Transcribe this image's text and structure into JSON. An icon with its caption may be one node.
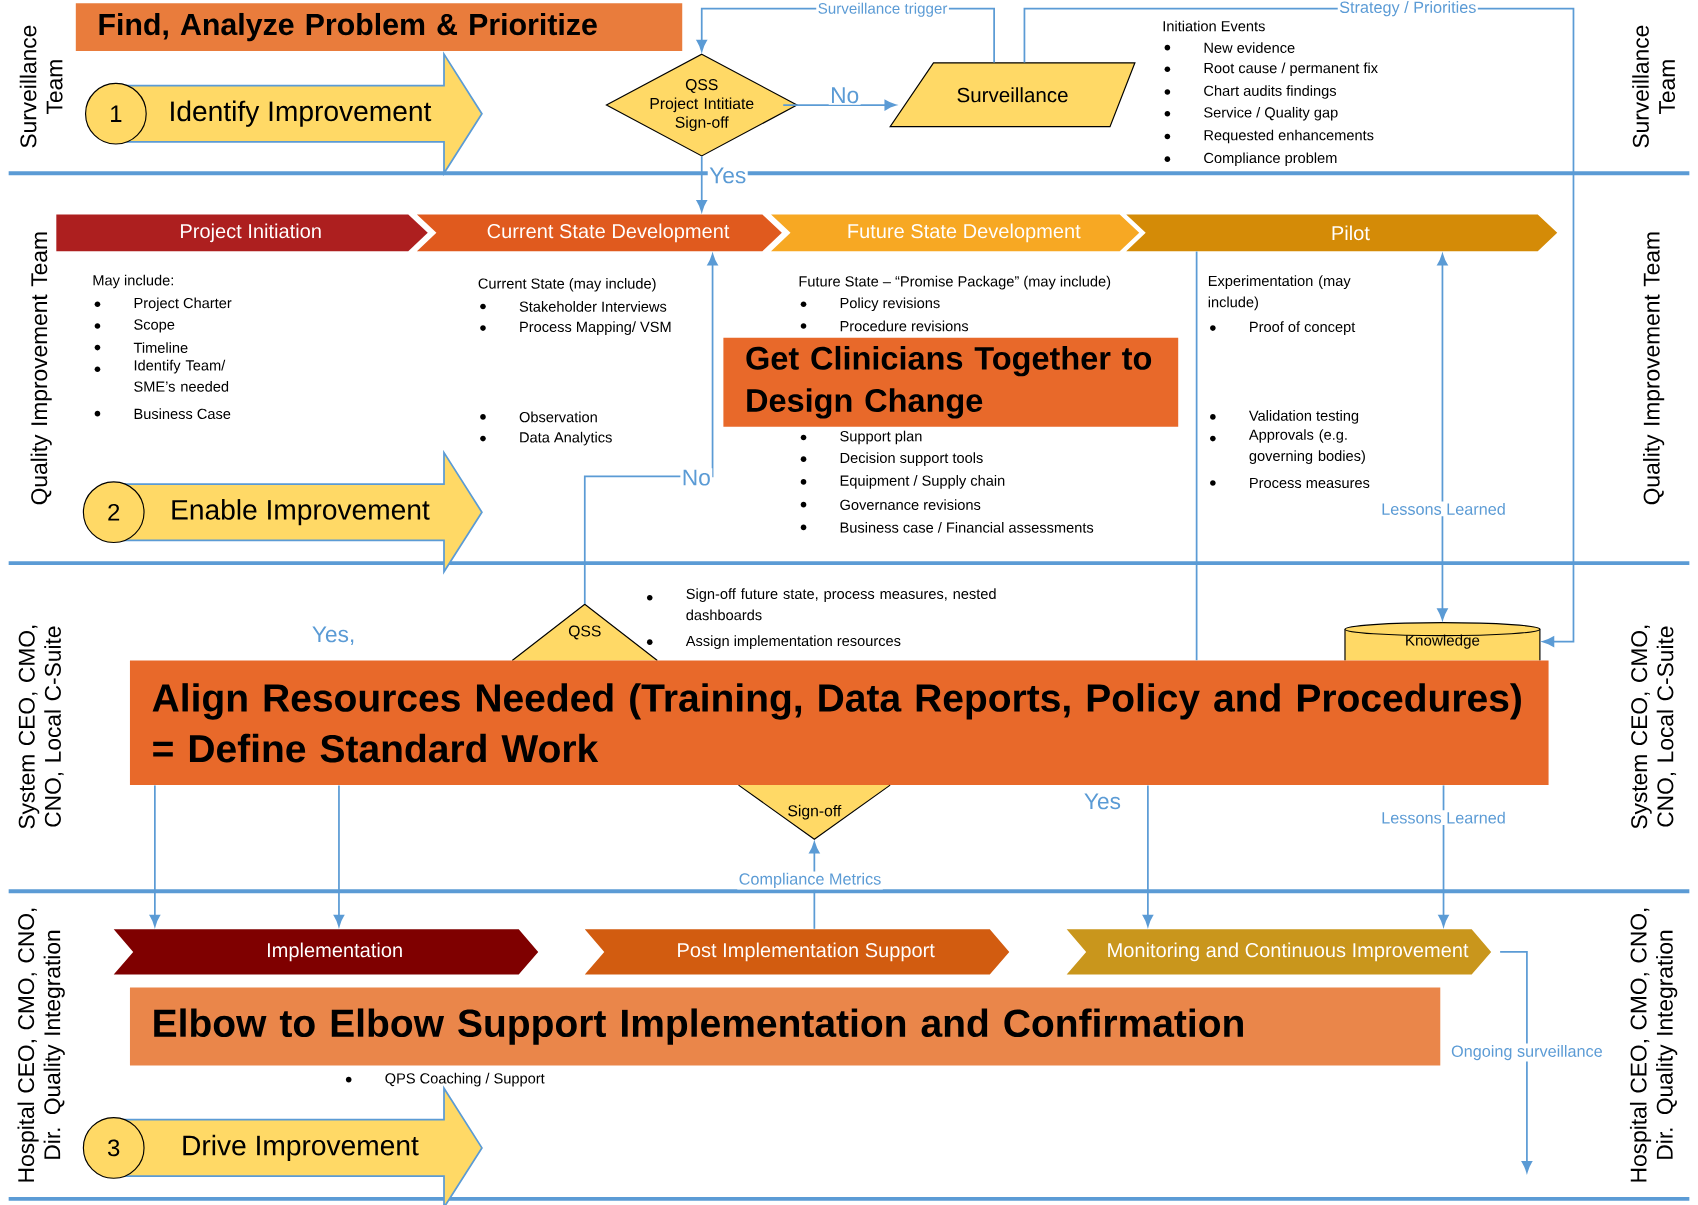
{
  "diagram": {
    "nodes": [
      {
        "text": [
          "Find, Analyze Problem & Prioritize"
        ]
      },
      {
        "text": [
          "1"
        ]
      },
      {
        "text": [
          "Identify Improvement"
        ]
      },
      {
        "text": [
          "QSS",
          "Project Intitiate Sign-off"
        ]
      },
      {
        "text": [
          "Surveillance"
        ]
      },
      {
        "text": [
          "Project Initiation"
        ]
      },
      {
        "text": [
          "Current State Development"
        ]
      },
      {
        "text": [
          "Future State Development"
        ]
      },
      {
        "text": [
          "Pilot"
        ]
      },
      {
        "text": [
          "Get Clinicians Together to Design Change"
        ]
      },
      {
        "text": [
          "2"
        ]
      },
      {
        "text": [
          "Enable Improvement"
        ]
      },
      {
        "text": [
          "QSS"
        ]
      },
      {
        "text": [
          "Knowledge"
        ]
      },
      {
        "text": [
          "Align Resources Needed (Training, Data Reports, Policy and Procedures) = Define Standard Work"
        ]
      },
      {
        "text": [
          "Sign-off"
        ]
      },
      {
        "text": [
          "Implementation"
        ]
      },
      {
        "text": [
          "Post Implementation Support"
        ]
      },
      {
        "text": [
          "Monitoring and Continuous Improvement"
        ]
      },
      {
        "text": [
          "Elbow to Elbow Support Implementation and Confirmation"
        ]
      },
      {
        "text": [
          "3"
        ]
      },
      {
        "text": [
          "Drive Improvement"
        ]
      }
    ],
    "edges": [
      {
        "from": 4,
        "to": 3,
        "arrow": "to",
        "label": "Surveillance trigger"
      },
      {
        "from": 3,
        "to": 4,
        "arrow": "to",
        "label": "No"
      },
      {
        "from": 3,
        "to": 6,
        "arrow": "to",
        "label": "Yes"
      },
      {
        "from": 4,
        "to": 13,
        "arrow": "to",
        "label": "Strategy / Priorities"
      },
      {
        "from": 12,
        "to": 6,
        "arrow": "to",
        "label": "No"
      },
      {
        "from": 13,
        "to": 8,
        "arrow": "both",
        "label": "Lessons Learned"
      },
      {
        "from": 8,
        "to": 14,
        "arrow": "none"
      },
      {
        "from": 14,
        "to": 16,
        "arrow": "to"
      },
      {
        "from": 14,
        "to": 16,
        "arrow": "to"
      },
      {
        "from": 14,
        "to": 18,
        "arrow": "to",
        "label": "Yes"
      },
      {
        "from": 14,
        "to": 18,
        "arrow": "to",
        "label": "Lessons Learned"
      },
      {
        "from": 17,
        "to": 15,
        "arrow": "to",
        "label": "Compliance Metrics"
      },
      {
        "from": 18,
        "to": null,
        "arrow": "to",
        "label": "Ongoing surveillance"
      }
    ],
    "labels": [
      "Surveillance Team",
      "Surveillance Team",
      "Initiation Events",
      "New evidence",
      "Root cause / permanent fix",
      "Chart audits findings",
      "Service / Quality gap",
      "Requested enhancements",
      "Compliance problem",
      "Quality Improvement Team",
      "Quality Improvement Team",
      "May include:",
      "Project Charter",
      "Scope",
      "Timeline",
      "Identify Team/ SME’s needed",
      "Business Case",
      "Current State (may include)",
      "Stakeholder Interviews",
      "Process Mapping/ VSM",
      "Observation",
      "Data Analytics",
      "Future State – “Promise Package” (may include)",
      "Policy revisions",
      "Procedure revisions",
      "Support plan",
      "Decision support tools",
      "Equipment / Supply chain",
      "Governance revisions",
      "Business case / Financial assessments",
      "Experimentation (may include)",
      "Proof of concept",
      "Validation testing",
      "Approvals (e.g. governing bodies)",
      "Process measures",
      "System CEO, CMO, CNO, Local C-Suite",
      "System CEO, CMO, CNO, Local C-Suite",
      "Yes,",
      "Sign-off future state, process measures, nested dashboards",
      "Assign implementation resources",
      "Hospital CEO, CMO, CNO, Dir. Quality Integration",
      "Hospital CEO, CMO, CNO, Dir. Quality Integration",
      "QPS Coaching / Support"
    ]
  }
}
